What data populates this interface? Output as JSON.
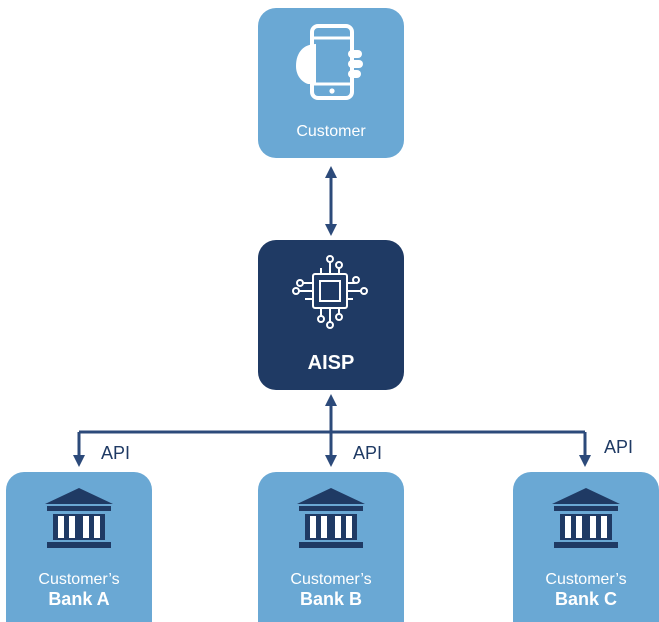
{
  "colors": {
    "light_box": "#6aa8d4",
    "dark_box": "#1f3a64",
    "connector": "#2c4a7a",
    "text_on_box": "#ffffff"
  },
  "customer": {
    "icon": "smartphone-hand-icon",
    "label": "Customer"
  },
  "aisp": {
    "icon": "chip-circuit-icon",
    "label": "AISP"
  },
  "api_labels": [
    "API",
    "API",
    "API"
  ],
  "banks": [
    {
      "icon": "bank-building-icon",
      "line1": "Customer’s",
      "line2": "Bank A"
    },
    {
      "icon": "bank-building-icon",
      "line1": "Customer’s",
      "line2": "Bank B"
    },
    {
      "icon": "bank-building-icon",
      "line1": "Customer’s",
      "line2": "Bank C"
    }
  ]
}
